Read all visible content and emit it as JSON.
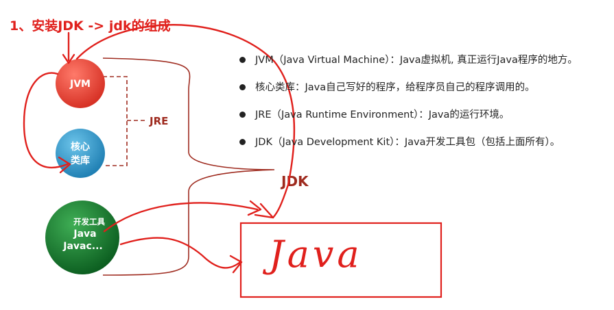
{
  "title": "1、安装JDK -> jdk的组成",
  "nodes": {
    "jvm": "JVM",
    "core_lib_line1": "核心",
    "core_lib_line2": "类库",
    "devtools_line1": "开发工具",
    "devtools_line2": "Java",
    "devtools_line3": "Javac..."
  },
  "brackets": {
    "jre_label": "JRE",
    "jdk_label": "JDK"
  },
  "handwriting": "Java",
  "bullets": [
    "JVM（Java Virtual Machine）：Java虚拟机, 真正运行Java程序的地方。",
    "核心类库：Java自己写好的程序，给程序员自己的程序调用的。",
    "JRE（Java Runtime Environment）：Java的运行环境。",
    "JDK（Java Development Kit）：Java开发工具包（包括上面所有）。"
  ],
  "colors": {
    "annotation_red": "#e0201c",
    "jvm_circle": "#e8463a",
    "core_lib_circle": "#2d93c4",
    "devtools_circle": "#137a2e",
    "bracket": "#9e2a1e"
  }
}
